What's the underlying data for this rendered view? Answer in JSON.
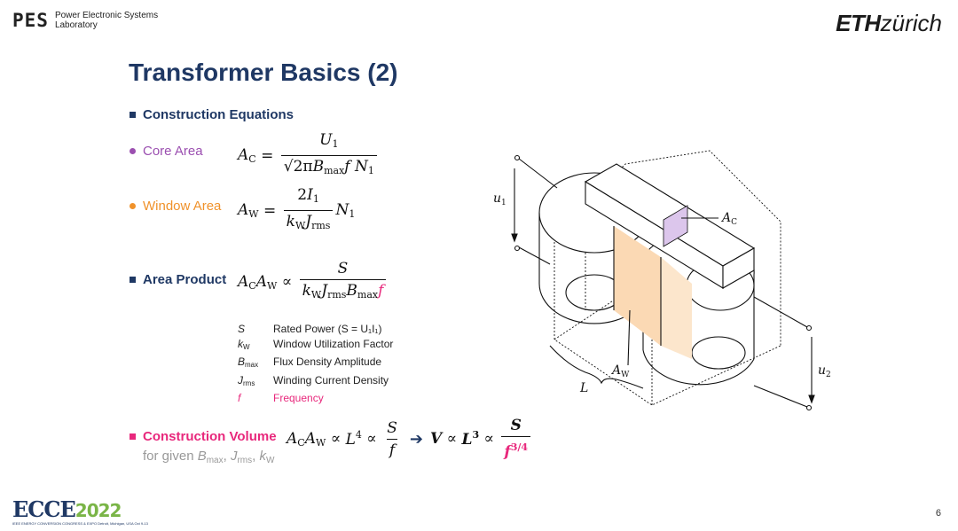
{
  "header": {
    "lab_mark": "PES",
    "lab_line1": "Power Electronic Systems",
    "lab_line2": "Laboratory",
    "eth_bold": "ETH",
    "eth_rest": "zürich"
  },
  "slide": {
    "title": "Transformer Basics (2)",
    "construction_heading": "Construction Equations",
    "core_area_label": "Core Area",
    "window_area_label": "Window Area",
    "area_product_label": "Area Product",
    "construction_volume_label": "Construction Volume",
    "for_given": {
      "prefix": "for given ",
      "b": "B",
      "b_sub": "max",
      "sep1": ", ",
      "j": "J",
      "j_sub": "rms",
      "sep2": ", ",
      "k": "k",
      "k_sub": "W"
    }
  },
  "legend": [
    {
      "sym": "S",
      "sub": "",
      "desc": "Rated Power (S = U₁I₁)",
      "highlight": false
    },
    {
      "sym": "k",
      "sub": "W",
      "desc": "Window Utilization Factor",
      "highlight": false
    },
    {
      "sym": "B",
      "sub": "max",
      "desc": "Flux Density Amplitude",
      "highlight": false
    },
    {
      "sym": "J",
      "sub": "rms",
      "desc": "Winding Current Density",
      "highlight": false
    },
    {
      "sym": "f",
      "sub": "",
      "desc": "Frequency",
      "highlight": true
    }
  ],
  "diagram": {
    "u1": "u",
    "u1_sub": "1",
    "u2": "u",
    "u2_sub": "2",
    "ac": "A",
    "ac_sub": "C",
    "aw": "A",
    "aw_sub": "W",
    "L": "L"
  },
  "footer": {
    "conf_mark": "ECCE",
    "conf_year": "2022",
    "conf_line": "IEEE ENERGY CONVERSION CONGRESS & EXPO  Detroit, Michigan, USA  Oct 9-13",
    "page_number": "6"
  },
  "colors": {
    "title_blue": "#1f3864",
    "core_purple": "#9b4fb0",
    "window_orange": "#f0922b",
    "magenta": "#e8287c",
    "core_fill": "#dcc6ec",
    "window_fill": "#fbd9b4"
  }
}
